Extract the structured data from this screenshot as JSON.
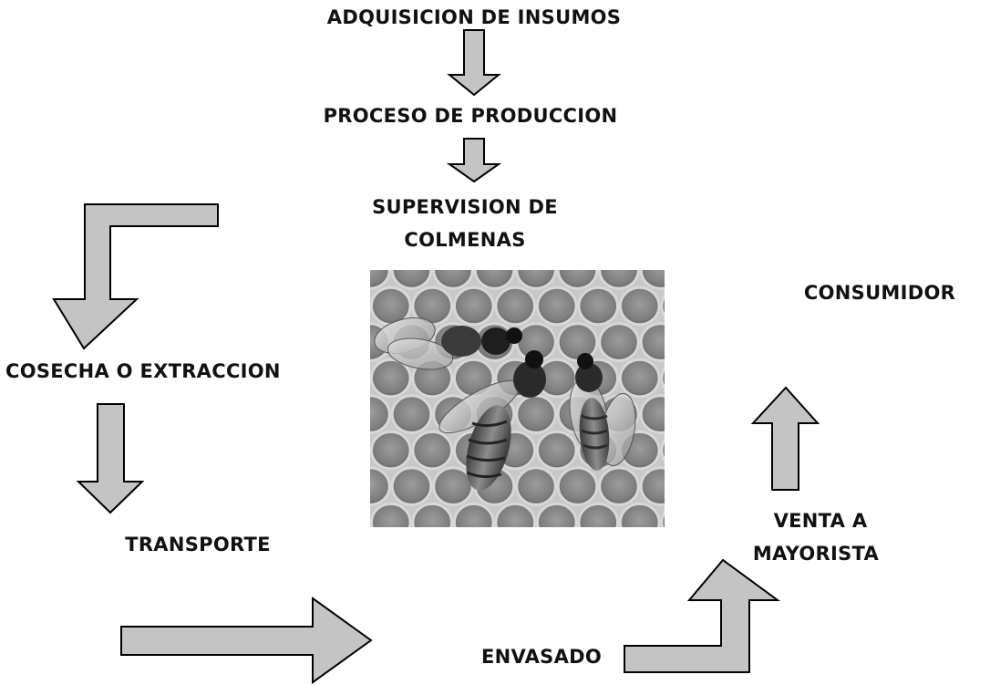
{
  "steps": {
    "adquisicion": "ADQUISICION DE INSUMOS",
    "proceso": "PROCESO DE PRODUCCION",
    "supervision_line1": "SUPERVISION DE",
    "supervision_line2": "COLMENAS",
    "cosecha": "COSECHA O EXTRACCION",
    "transporte": "TRANSPORTE",
    "envasado": "ENVASADO",
    "venta_line1": "VENTA  A",
    "venta_line2": "MAYORISTA",
    "consumidor": "CONSUMIDOR"
  },
  "photo": {
    "subject": "bees-on-honeycomb"
  },
  "colors": {
    "arrow_fill": "#c4c4c4",
    "arrow_stroke": "#000000",
    "text": "#111111"
  }
}
